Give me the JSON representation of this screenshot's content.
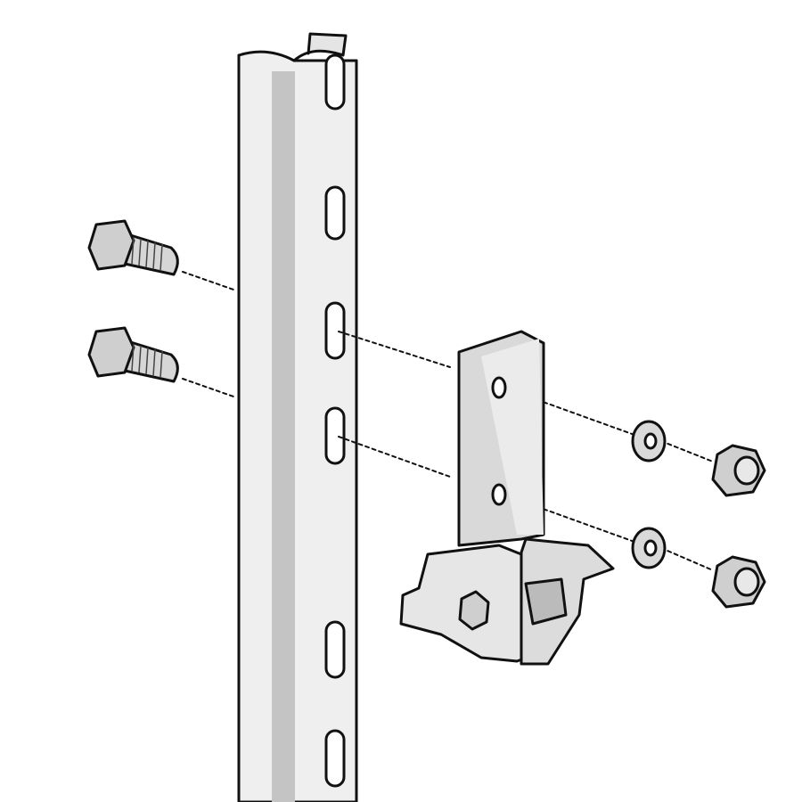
{
  "colors": {
    "background": "#ffffff",
    "outline": "#111111",
    "metal_light": "#efefef",
    "metal_mid": "#d9d9d9",
    "metal_shadow": "#bdbdbd"
  },
  "parts": [
    "upright-post",
    "hex-bolt",
    "hex-bolt",
    "bracket",
    "washer",
    "washer",
    "hex-nut",
    "hex-nut"
  ]
}
